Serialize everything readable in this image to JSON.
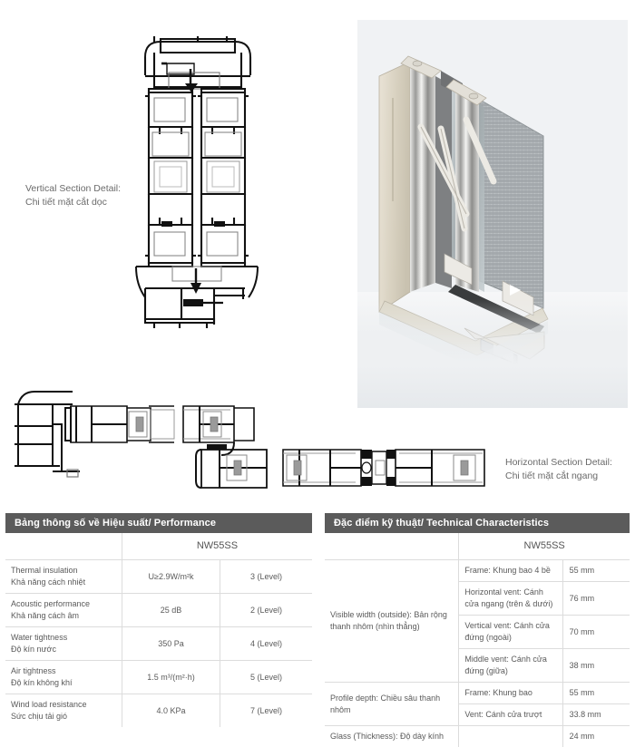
{
  "diagrams": {
    "vertical_section": {
      "label_en": "Vertical Section Detail:",
      "label_vi": "Chi tiết mặt cắt dọc",
      "icon": "vertical-section-cad-icon"
    },
    "horizontal_section": {
      "label_en": "Horizontal Section Detail:",
      "label_vi": "Chi tiết mặt cắt ngang",
      "icon": "horizontal-section-cad-icon"
    },
    "product_render": {
      "icon": "aluminium-sliding-window-corner-render"
    }
  },
  "performance_table": {
    "title": "Bảng thông số về Hiệu suất/ Performance",
    "model": "NW55SS",
    "rows": [
      {
        "name_en": "Thermal insulation",
        "name_vi": "Khả năng cách nhiệt",
        "value": "U≥2.9W/m²k",
        "level": "3 (Level)"
      },
      {
        "name_en": "Acoustic performance",
        "name_vi": "Khả năng cách âm",
        "value": "25 dB",
        "level": "2 (Level)"
      },
      {
        "name_en": "Water tightness",
        "name_vi": "Độ kín nước",
        "value": "350 Pa",
        "level": "4 (Level)"
      },
      {
        "name_en": "Air tightness",
        "name_vi": "Độ kín không khí",
        "value": "1.5 m³/(m²·h)",
        "level": "5 (Level)"
      },
      {
        "name_en": "Wind load resistance",
        "name_vi": "Sức chịu tải gió",
        "value": "4.0 KPa",
        "level": "7 (Level)"
      }
    ]
  },
  "technical_table": {
    "title": "Đặc điểm kỹ thuật/ Technical Characteristics",
    "model": "NW55SS",
    "groups": [
      {
        "label": "Visible width (outside): Bản rộng thanh nhôm (nhìn thẳng)",
        "items": [
          {
            "sub": "Frame: Khung bao 4 bề",
            "value": "55 mm"
          },
          {
            "sub": "Horizontal vent: Cánh cửa ngang (trên & dưới)",
            "value": "76 mm"
          },
          {
            "sub": "Vertical vent: Cánh cửa đứng (ngoài)",
            "value": "70 mm"
          },
          {
            "sub": "Middle vent: Cánh cửa đứng (giữa)",
            "value": "38 mm"
          }
        ]
      },
      {
        "label": "Profile depth: Chiều sâu thanh nhôm",
        "items": [
          {
            "sub": "Frame: Khung bao",
            "value": "55 mm"
          },
          {
            "sub": "Vent: Cánh cửa trượt",
            "value": "33.8 mm"
          }
        ]
      },
      {
        "label": "Glass (Thickness): Độ dày kính",
        "items": [
          {
            "sub": "",
            "value": "24 mm"
          }
        ]
      }
    ]
  },
  "colors": {
    "header_bar": "#5b5b5b",
    "header_text": "#ffffff",
    "body_text": "#5a5a5a",
    "rule": "#dcdcdc"
  }
}
